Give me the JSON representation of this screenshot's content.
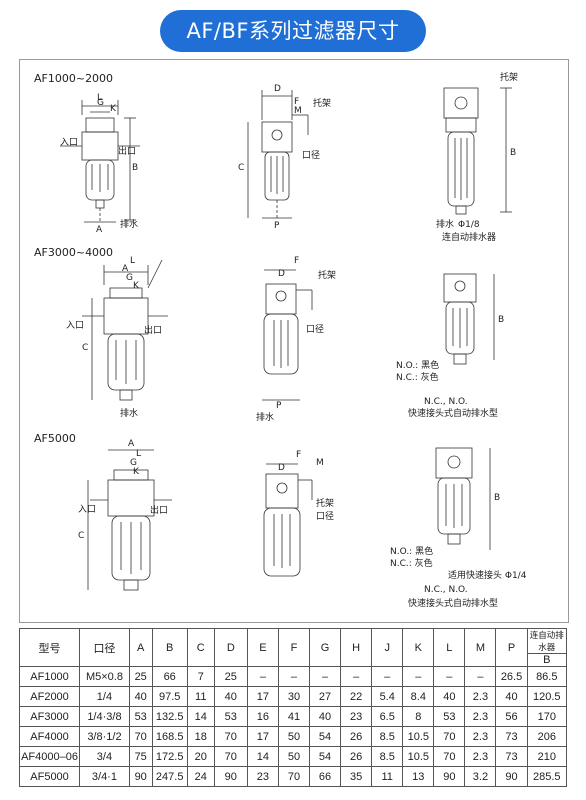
{
  "header": {
    "title": "AF/BF系列过滤器尺寸"
  },
  "sections": [
    {
      "name": "AF1000~2000"
    },
    {
      "name": "AF3000~4000"
    },
    {
      "name": "AF5000"
    }
  ],
  "labels": {
    "inlet": "入口",
    "outlet": "出口",
    "drain": "排水",
    "bracket": "托架",
    "port": "口径",
    "phi18": "Φ1/8",
    "with_auto_drain": "连自动排水器",
    "no_black": "N.O.: 黑色",
    "nc_gray": "N.C.: 灰色",
    "nc_no": "N.C., N.O.",
    "quick_auto_drain": "快速接头式自动排水型",
    "quick_fitting": "适用快速接头 Φ1/4"
  },
  "dims": {
    "A": "A",
    "B": "B",
    "C": "C",
    "D": "D",
    "E": "E",
    "F": "F",
    "G": "G",
    "H": "H",
    "J": "J",
    "K": "K",
    "L": "L",
    "M": "M",
    "P": "P"
  },
  "table": {
    "group_header": "连自动排水器",
    "columns": [
      "型号",
      "口径",
      "A",
      "B",
      "C",
      "D",
      "E",
      "F",
      "G",
      "H",
      "J",
      "K",
      "L",
      "M",
      "P"
    ],
    "sub_header": "B",
    "rows": [
      [
        "AF1000",
        "M5×0.8",
        "25",
        "66",
        "7",
        "25",
        "–",
        "–",
        "–",
        "–",
        "–",
        "–",
        "–",
        "–",
        "26.5",
        "86.5"
      ],
      [
        "AF2000",
        "1/4",
        "40",
        "97.5",
        "11",
        "40",
        "17",
        "30",
        "27",
        "22",
        "5.4",
        "8.4",
        "40",
        "2.3",
        "40",
        "120.5"
      ],
      [
        "AF3000",
        "1/4·3/8",
        "53",
        "132.5",
        "14",
        "53",
        "16",
        "41",
        "40",
        "23",
        "6.5",
        "8",
        "53",
        "2.3",
        "56",
        "170"
      ],
      [
        "AF4000",
        "3/8·1/2",
        "70",
        "168.5",
        "18",
        "70",
        "17",
        "50",
        "54",
        "26",
        "8.5",
        "10.5",
        "70",
        "2.3",
        "73",
        "206"
      ],
      [
        "AF4000–06",
        "3/4",
        "75",
        "172.5",
        "20",
        "70",
        "14",
        "50",
        "54",
        "26",
        "8.5",
        "10.5",
        "70",
        "2.3",
        "73",
        "210"
      ],
      [
        "AF5000",
        "3/4·1",
        "90",
        "247.5",
        "24",
        "90",
        "23",
        "70",
        "66",
        "35",
        "11",
        "13",
        "90",
        "3.2",
        "90",
        "285.5"
      ]
    ]
  }
}
